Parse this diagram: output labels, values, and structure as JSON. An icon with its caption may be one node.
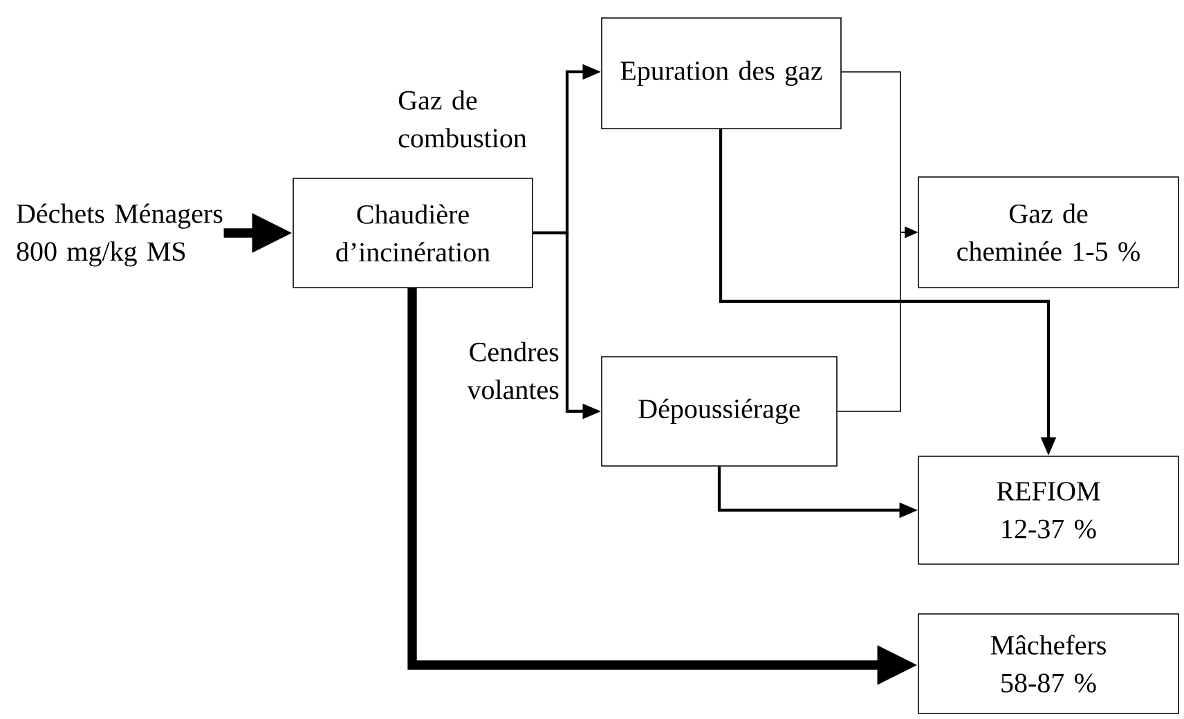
{
  "diagram": {
    "nodes": [
      {
        "text": [
          "Déchets Ménagers 800 mg/kg MS"
        ]
      },
      {
        "text": [
          "Chaudière d’incinération"
        ]
      },
      {
        "text": [
          "Epuration des gaz"
        ]
      },
      {
        "text": [
          "Dépoussiérage"
        ]
      },
      {
        "text": [
          "Gaz de cheminée 1-5 %"
        ]
      },
      {
        "text": [
          "REFIOM 12-37 %"
        ]
      },
      {
        "text": [
          "Mâchefers 58-87 %"
        ]
      }
    ],
    "edges": [
      {
        "from": 0,
        "to": 1,
        "arrow": "to",
        "style": "thick"
      },
      {
        "from": 1,
        "to": 2,
        "arrow": "to",
        "label": "Gaz de combustion"
      },
      {
        "from": 1,
        "to": 3,
        "arrow": "to",
        "label": "Cendres volantes"
      },
      {
        "from": 2,
        "to": 4,
        "arrow": "to"
      },
      {
        "from": 3,
        "to": 4,
        "arrow": "to"
      },
      {
        "from": 2,
        "to": 5,
        "arrow": "to"
      },
      {
        "from": 3,
        "to": 5,
        "arrow": "to"
      },
      {
        "from": 1,
        "to": 6,
        "arrow": "to",
        "style": "thick"
      }
    ]
  }
}
